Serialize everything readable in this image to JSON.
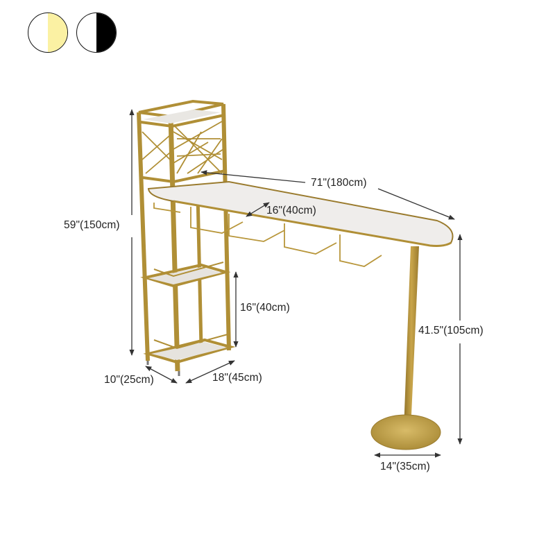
{
  "color_options": [
    {
      "name": "gold-white",
      "fill": "#fbf1a3"
    },
    {
      "name": "black-white",
      "fill": "#000000"
    }
  ],
  "colors": {
    "frame_gold": "#b8963a",
    "frame_gold_dark": "#8f7228",
    "marble_top": "#eeeceb",
    "dimension_line": "#333333"
  },
  "dimensions": {
    "total_height": "59\"(150cm)",
    "table_length": "71\"(180cm)",
    "table_depth": "16\"(40cm)",
    "shelf_spacing": "16\"(40cm)",
    "shelf_depth": "10\"(25cm)",
    "shelf_width": "18\"(45cm)",
    "table_height": "41.5\"(105cm)",
    "base_diameter": "14\"(35cm)"
  }
}
